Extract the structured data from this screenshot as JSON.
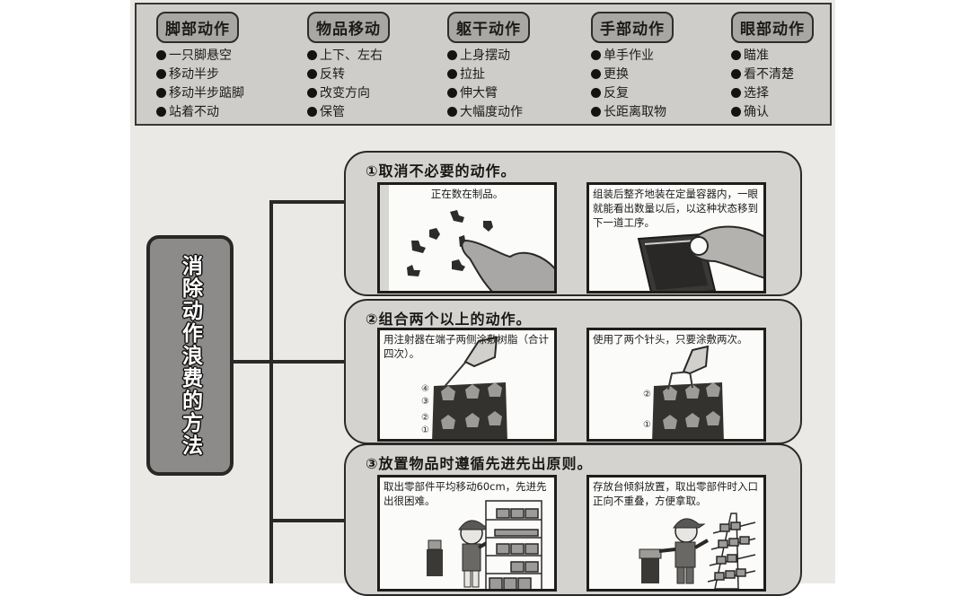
{
  "categories": [
    {
      "title": "脚部动作",
      "items": [
        "一只脚悬空",
        "移动半步",
        "移动半步踮脚",
        "站着不动"
      ]
    },
    {
      "title": "物品移动",
      "items": [
        "上下、左右",
        "反转",
        "改变方向",
        "保管"
      ]
    },
    {
      "title": "躯干动作",
      "items": [
        "上身摆动",
        "拉扯",
        "伸大臂",
        "大幅度动作"
      ]
    },
    {
      "title": "手部动作",
      "items": [
        "单手作业",
        "更换",
        "反复",
        "长距离取物"
      ]
    },
    {
      "title": "眼部动作",
      "items": [
        "瞄准",
        "看不清楚",
        "选择",
        "确认"
      ]
    }
  ],
  "main_title": "消除动作浪费的方法",
  "methods": [
    {
      "title": "①取消不必要的动作。",
      "panels": [
        {
          "caption": "正在数在制品。",
          "illustration": "hand-counting-parts"
        },
        {
          "caption": "组装后整齐地装在定量容器内，一眼就能看出数量以后，以这种状态移到下一道工序。",
          "illustration": "hand-holding-tray"
        }
      ]
    },
    {
      "title": "②组合两个以上的动作。",
      "panels": [
        {
          "caption": "用注射器在端子两侧涂敷树脂（合计四次）。",
          "illustration": "single-syringe-terminal",
          "markers": [
            "④",
            "③",
            "②",
            "①"
          ]
        },
        {
          "caption": "使用了两个针头，只要涂敷两次。",
          "illustration": "double-needle-terminal",
          "markers": [
            "②",
            "①"
          ]
        }
      ]
    },
    {
      "title": "③放置物品时遵循先进先出原则。",
      "panels": [
        {
          "caption": "取出零部件平均移动60cm，先进先出很困难。",
          "illustration": "worker-flat-shelf"
        },
        {
          "caption": "存放台倾斜放置，取出零部件时入口正向不重叠，方便拿取。",
          "illustration": "worker-inclined-rack"
        }
      ]
    }
  ]
}
